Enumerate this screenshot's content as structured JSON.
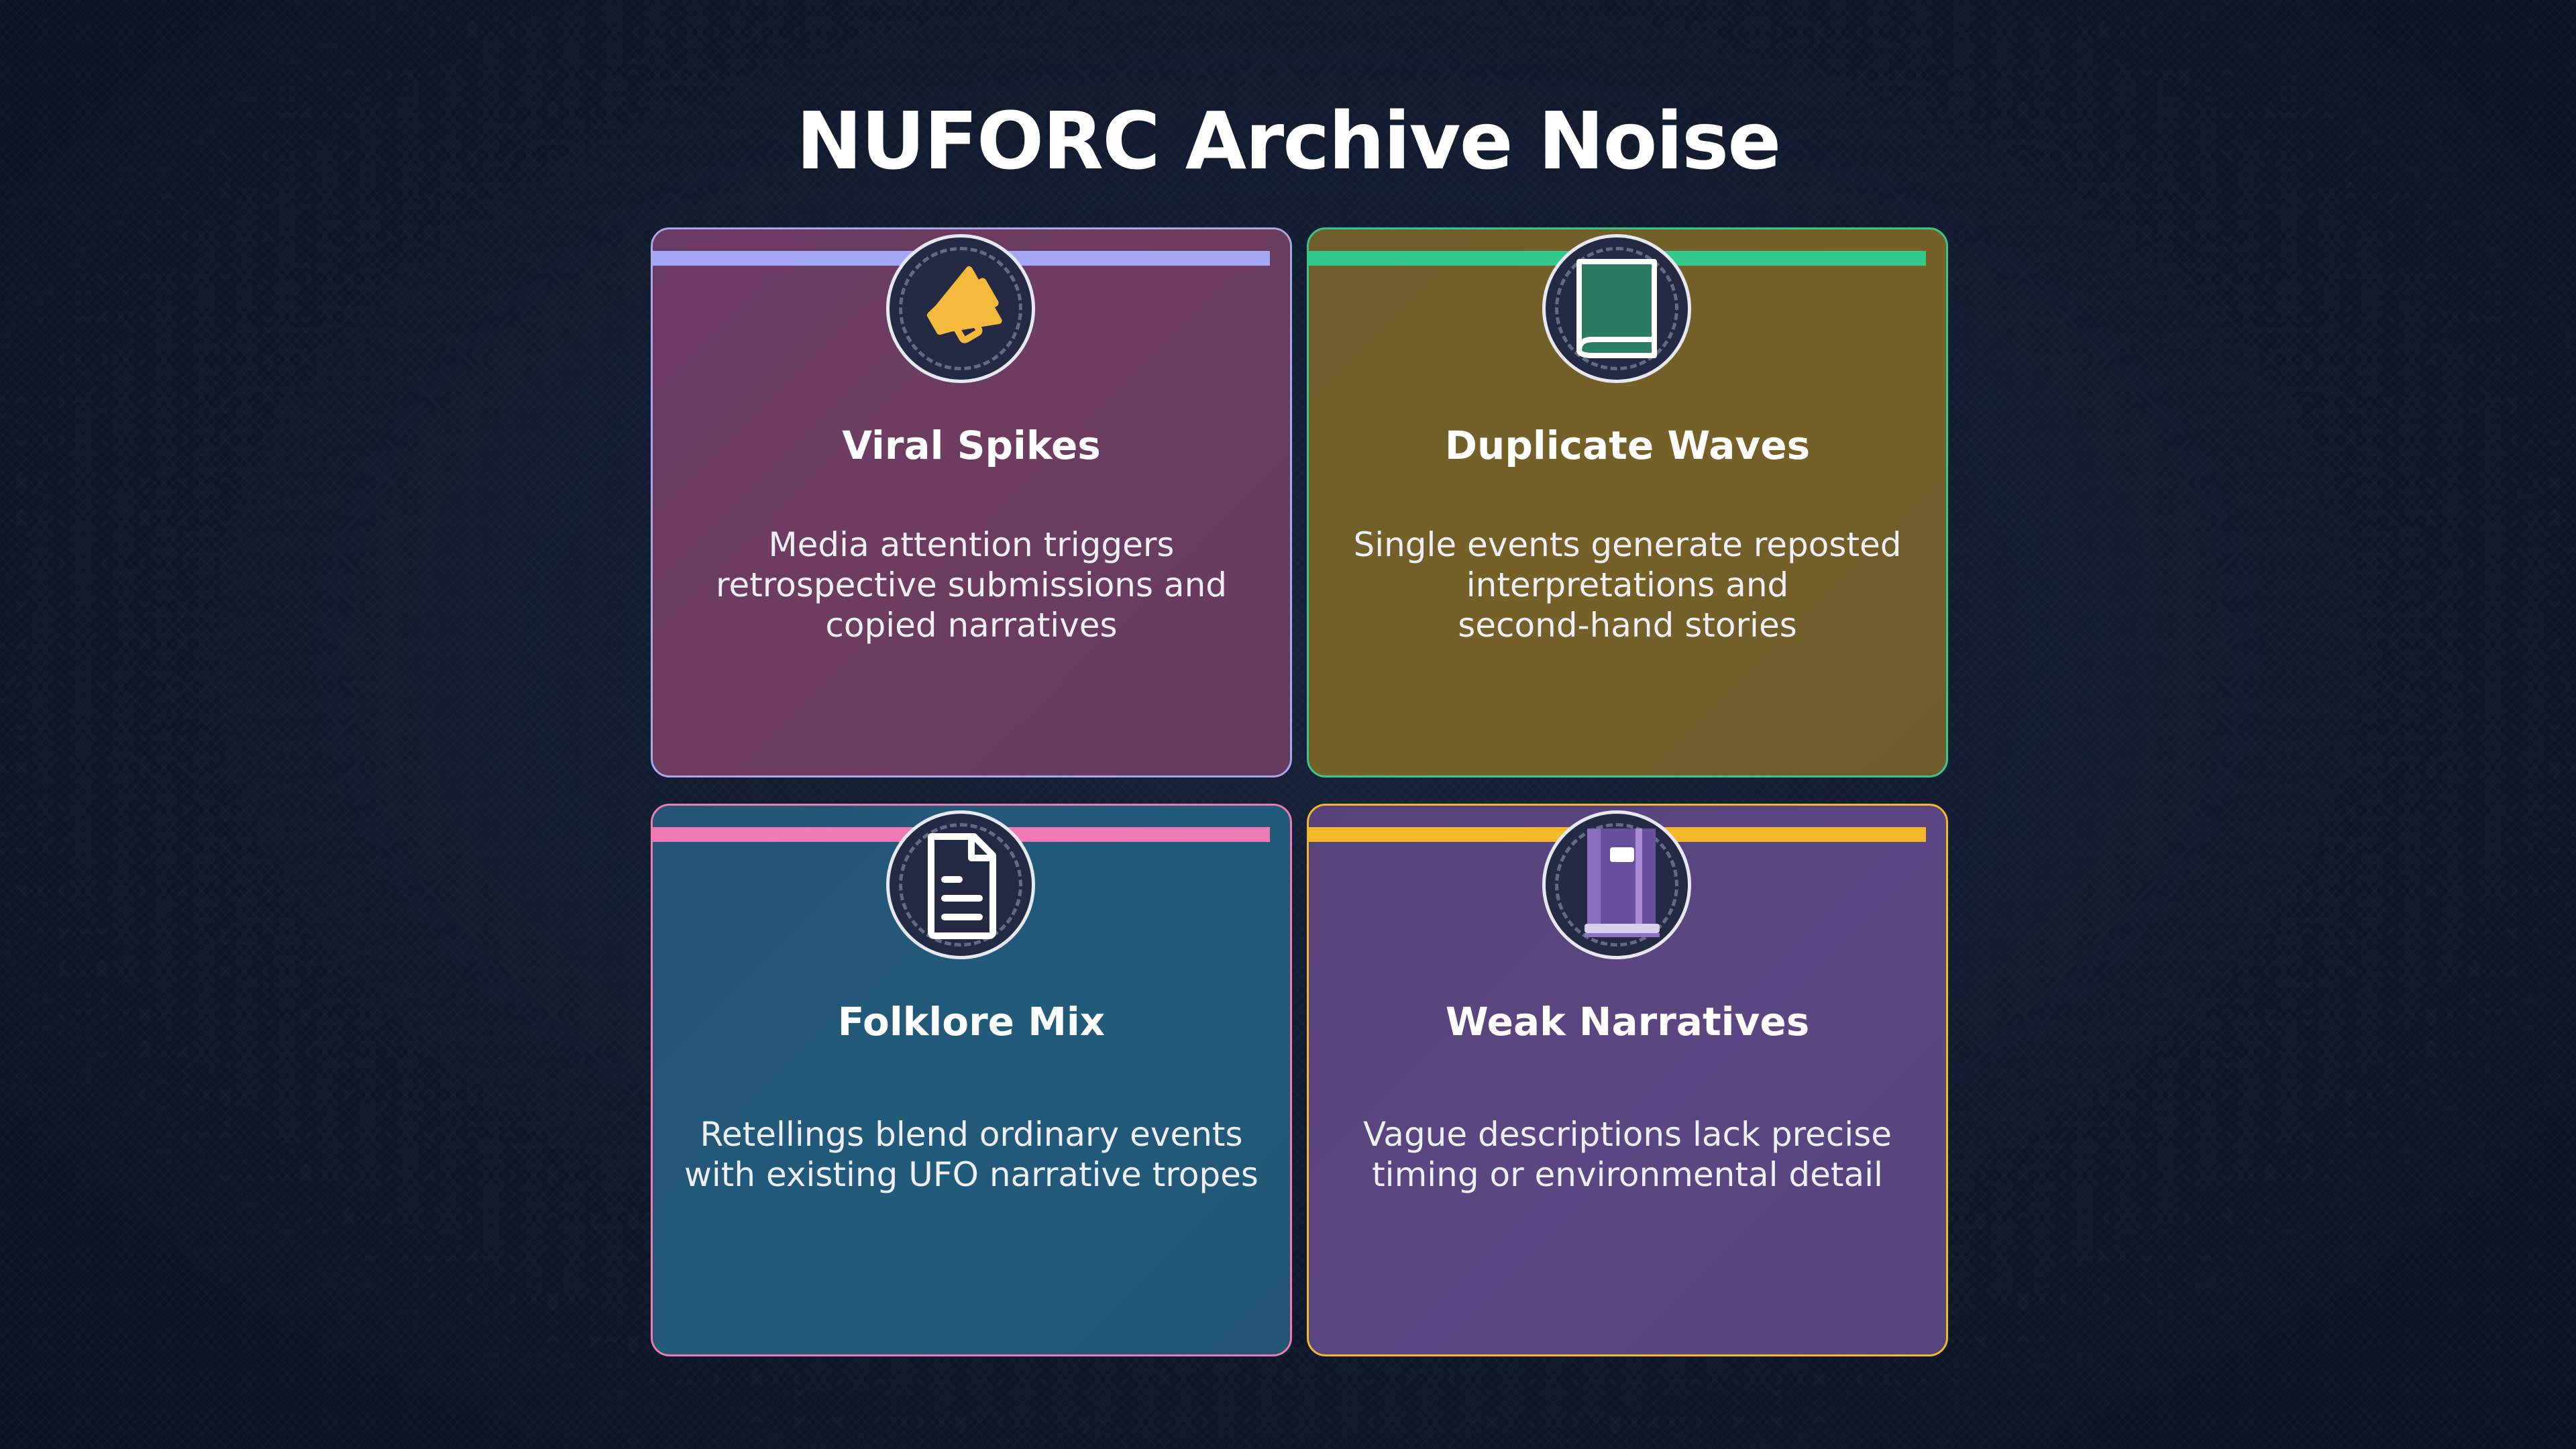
{
  "title": "NUFORC Archive Noise",
  "cards": [
    {
      "title": "Viral Spikes",
      "lines": [
        "Media attention triggers",
        "retrospective submissions and",
        "copied narratives"
      ],
      "icon": "megaphone-icon",
      "accent": "#a5a8f4",
      "bg": "#6a3a5e",
      "border": "#a9a6ea"
    },
    {
      "title": "Duplicate Waves",
      "lines": [
        "Single events generate reposted",
        "interpretations and",
        "second-hand stories"
      ],
      "icon": "book-icon",
      "accent": "#33c98a",
      "bg": "#725e29",
      "border": "#35c78c"
    },
    {
      "title": "Folklore Mix",
      "lines": [
        "Retellings blend ordinary events",
        "with existing UFO narrative tropes"
      ],
      "icon": "document-icon",
      "accent": "#f07ab4",
      "bg": "#215878",
      "border": "#ee7ab6"
    },
    {
      "title": "Weak Narratives",
      "lines": [
        "Vague descriptions lack precise",
        "timing or environmental detail"
      ],
      "icon": "notebook-icon",
      "accent": "#f5b929",
      "bg": "#5a4580",
      "border": "#f3b72b"
    }
  ]
}
